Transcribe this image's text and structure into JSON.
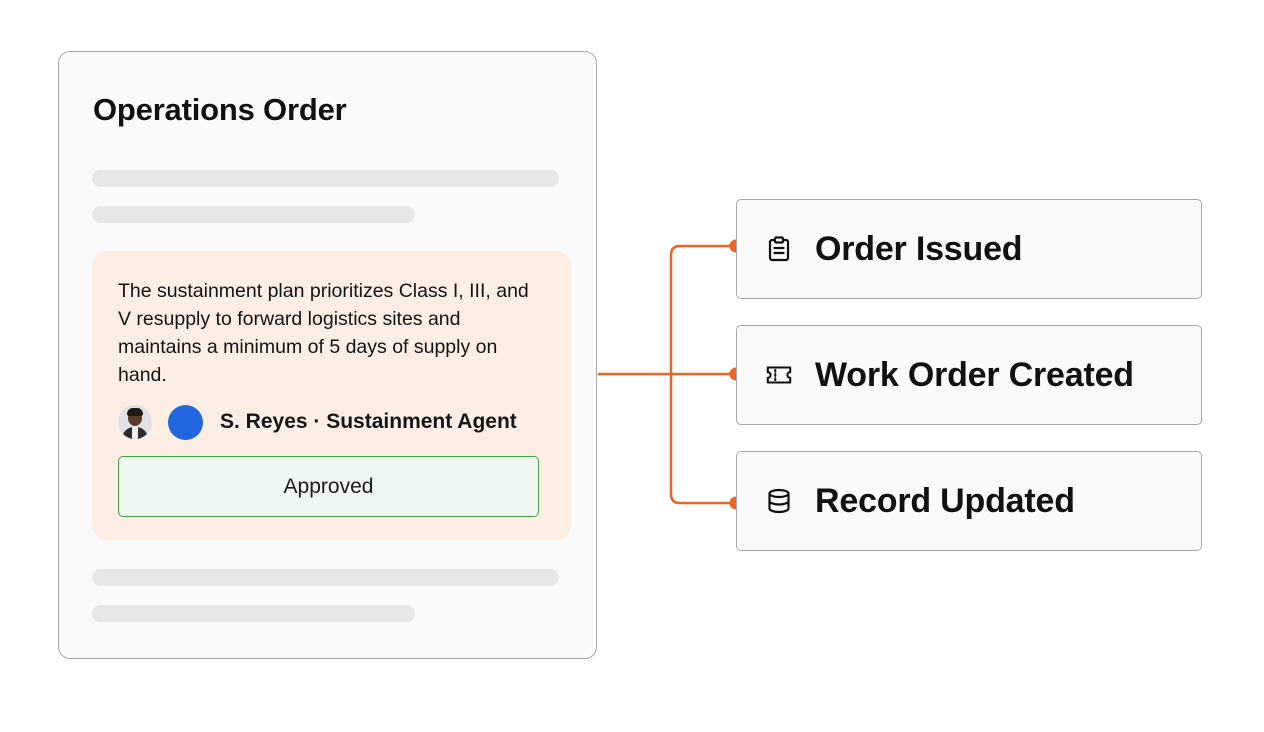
{
  "document": {
    "title": "Operations Order",
    "note": {
      "text": "The sustainment plan prioritizes Class I, III, and V resupply to forward logistics sites and maintains a minimum of 5 days of supply on hand.",
      "author": "S. Reyes · Sustainment Agent",
      "status": "Approved"
    }
  },
  "outcomes": [
    {
      "label": "Order Issued",
      "icon": "clipboard-icon"
    },
    {
      "label": "Work Order Created",
      "icon": "ticket-icon"
    },
    {
      "label": "Record Updated",
      "icon": "database-icon"
    }
  ],
  "colors": {
    "connector": "#f26322",
    "agent": "#2266e0",
    "approved_border": "#43a047",
    "note_background": "#fdeee5"
  }
}
